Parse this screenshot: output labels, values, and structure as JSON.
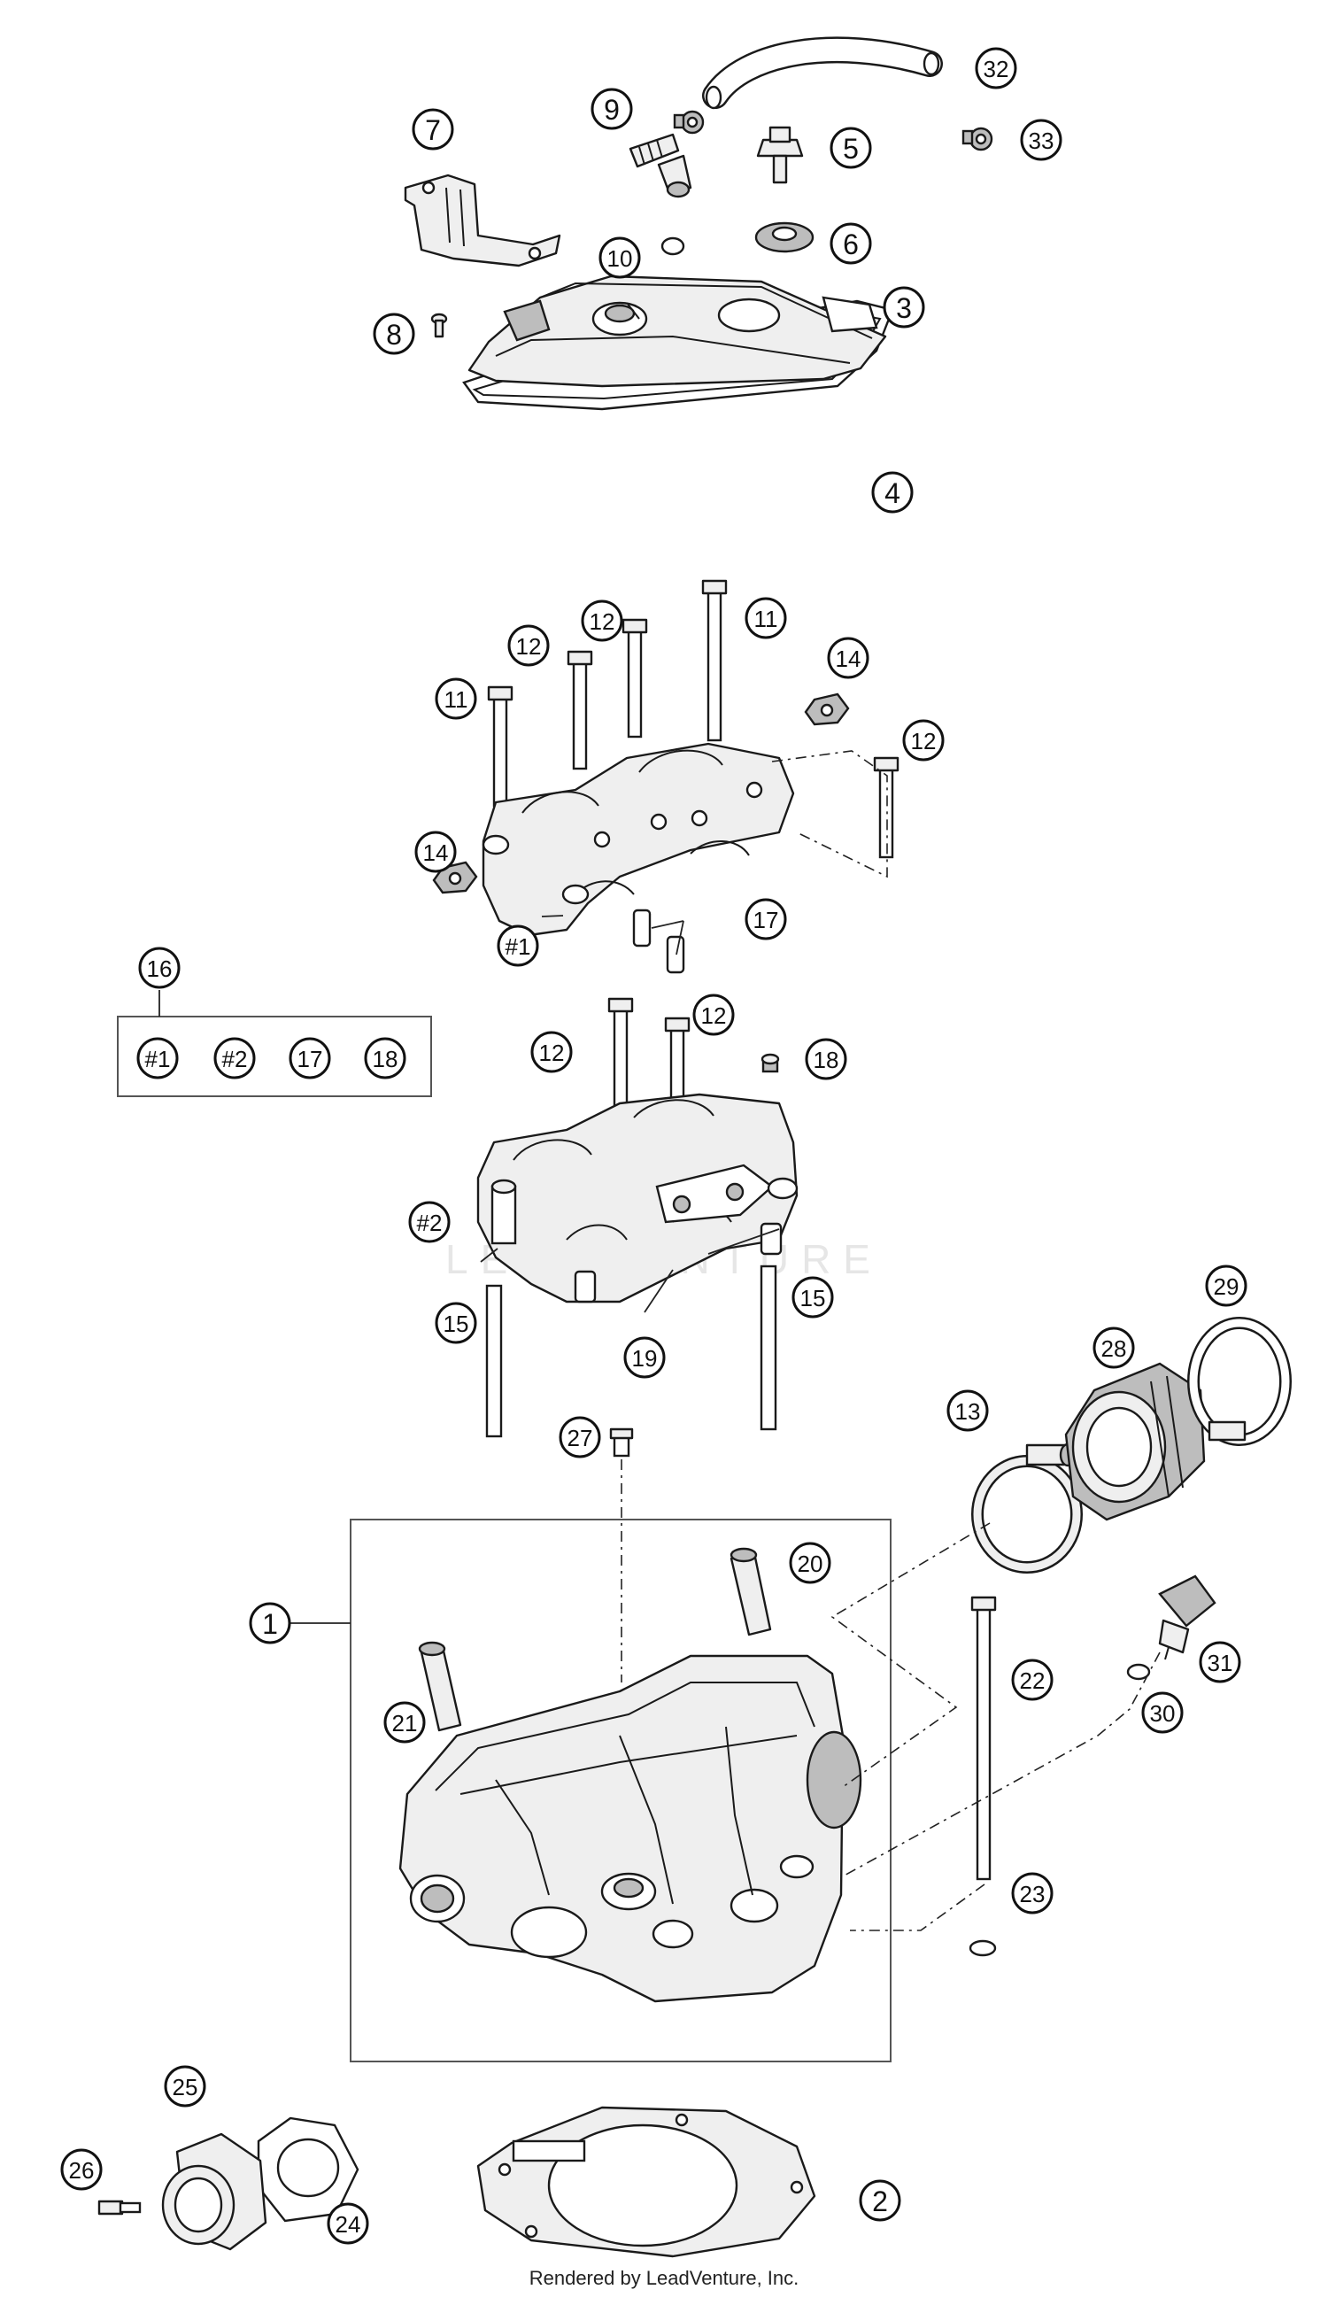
{
  "callouts": {
    "c1": "1",
    "c2": "2",
    "c3": "3",
    "c4": "4",
    "c5": "5",
    "c6": "6",
    "c7": "7",
    "c8": "8",
    "c9": "9",
    "c10": "10",
    "c11a": "11",
    "c11b": "11",
    "c12a": "12",
    "c12b": "12",
    "c12c": "12",
    "c12d": "12",
    "c12e": "12",
    "c13": "13",
    "c14a": "14",
    "c14b": "14",
    "c15a": "15",
    "c15b": "15",
    "c16": "16",
    "c17": "17",
    "c18": "18",
    "c19": "19",
    "c20": "20",
    "c21": "21",
    "c22": "22",
    "c23": "23",
    "c24": "24",
    "c25": "25",
    "c26": "26",
    "c27": "27",
    "c28": "28",
    "c29": "29",
    "c30": "30",
    "c31": "31",
    "c32": "32",
    "c33": "33",
    "h1": "#1",
    "h2": "#2"
  },
  "kit": {
    "title": "16",
    "items": [
      "#1",
      "#2",
      "17",
      "18"
    ]
  },
  "watermark": "LEADVENTURE",
  "footer": "Rendered by LeadVenture, Inc."
}
